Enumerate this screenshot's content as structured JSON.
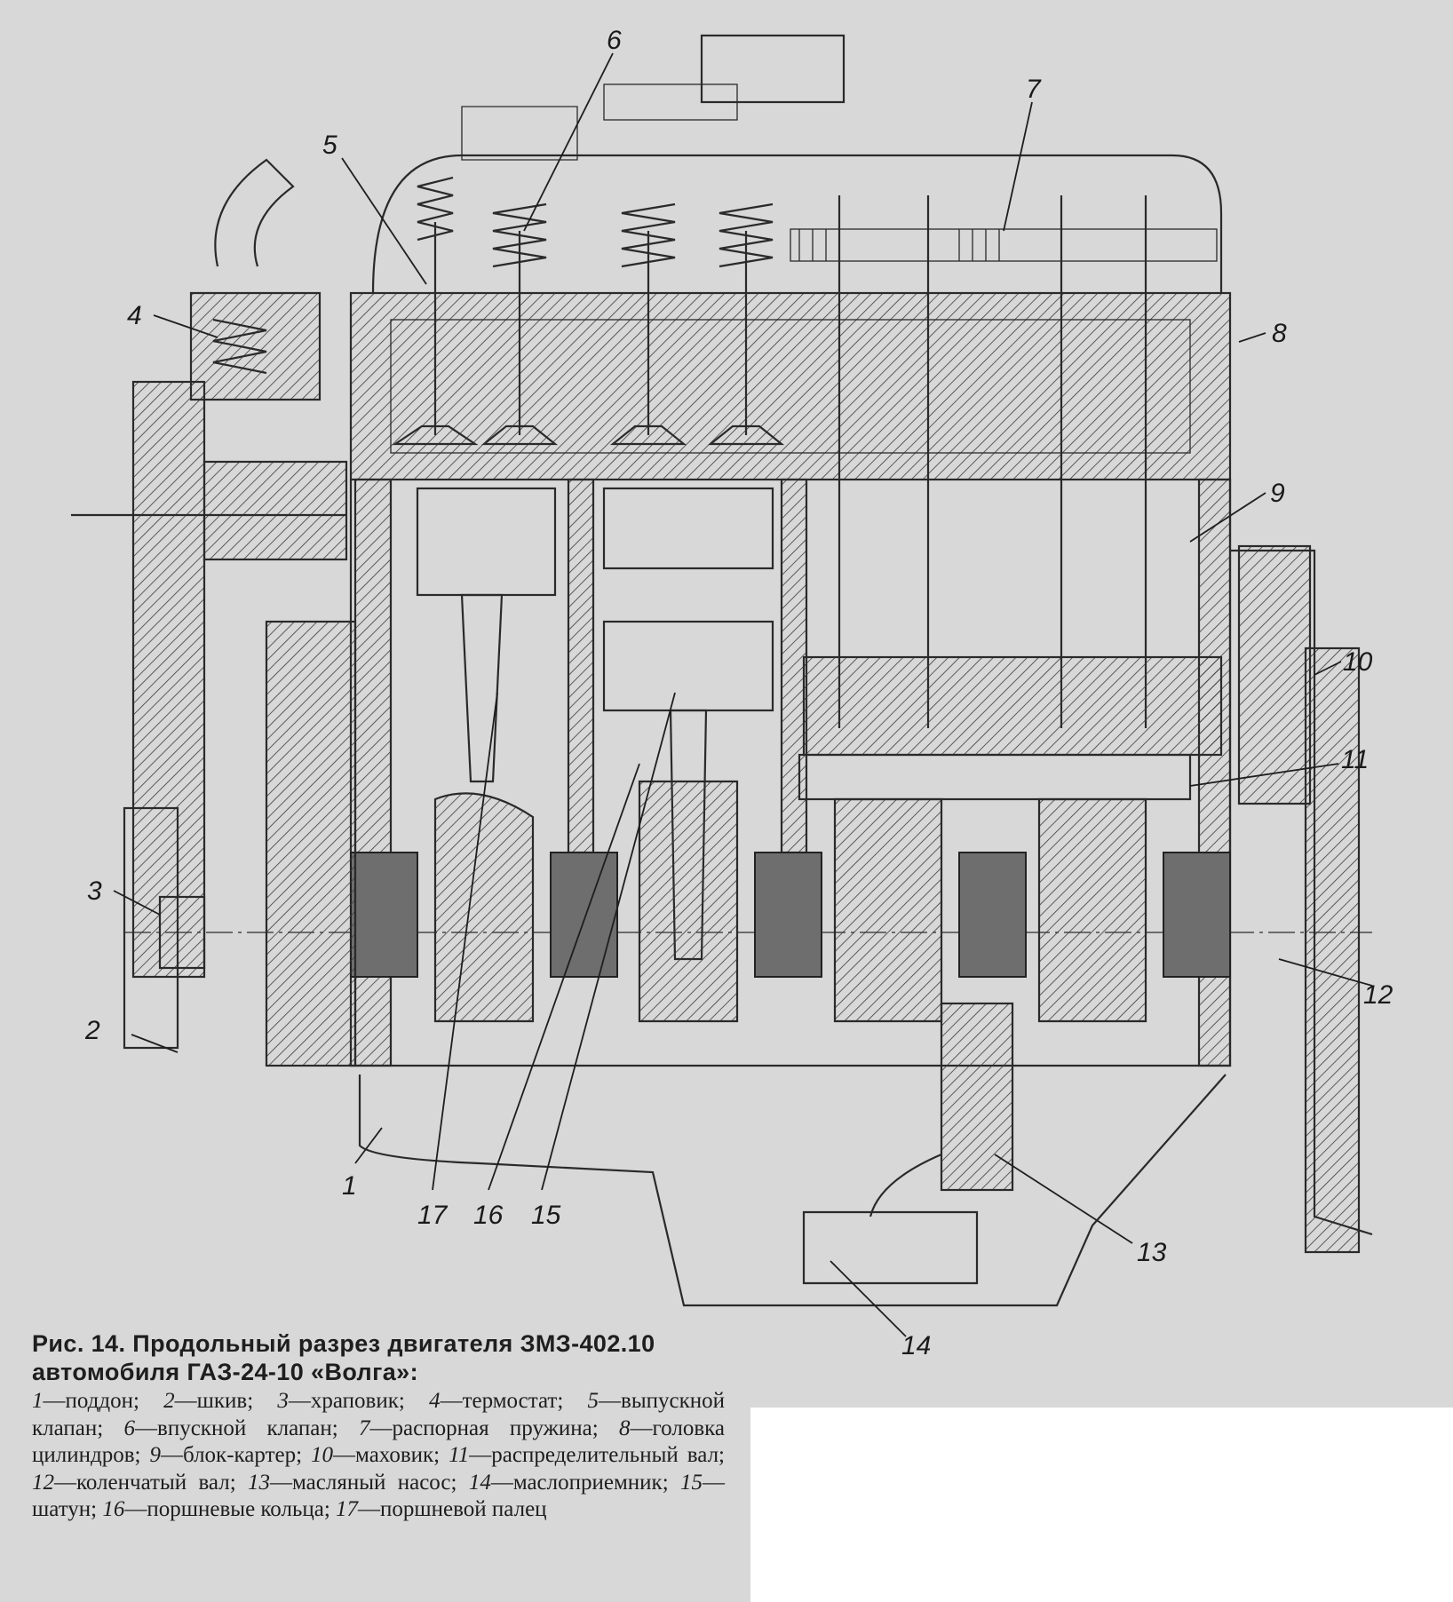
{
  "figure": {
    "caption_title_line1": "Рис. 14. Продольный разрез двигателя ЗМЗ-402.10",
    "caption_title_line2": "автомобиля ГАЗ-24-10 «Волга»:",
    "legend": [
      {
        "num": "1",
        "text": "—поддон; "
      },
      {
        "num": "2",
        "text": "—шкив; "
      },
      {
        "num": "3",
        "text": "—храповик; "
      },
      {
        "num": "4",
        "text": "—термостат; "
      },
      {
        "num": "5",
        "text": "—выпускной клапан; "
      },
      {
        "num": "6",
        "text": "—впускной клапан; "
      },
      {
        "num": "7",
        "text": "—распорная пружина; "
      },
      {
        "num": "8",
        "text": "—головка цилиндров; "
      },
      {
        "num": "9",
        "text": "—блок-картер; "
      },
      {
        "num": "10",
        "text": "—маховик; "
      },
      {
        "num": "11",
        "text": "—распределительный вал; "
      },
      {
        "num": "12",
        "text": "—коленчатый вал; "
      },
      {
        "num": "13",
        "text": "—масляный насос; "
      },
      {
        "num": "14",
        "text": "—маслоприемник; "
      },
      {
        "num": "15",
        "text": "—шатун; "
      },
      {
        "num": "16",
        "text": "—поршневые кольца; "
      },
      {
        "num": "17",
        "text": "—поршневой палец"
      }
    ]
  },
  "callouts": [
    "1",
    "2",
    "3",
    "4",
    "5",
    "6",
    "7",
    "8",
    "9",
    "10",
    "11",
    "12",
    "13",
    "14",
    "15",
    "16",
    "17"
  ],
  "colors": {
    "paper": "#d8d8d8",
    "ink": "#1e1e1e",
    "bearing": "#6e6e6e",
    "blank": "#ffffff"
  }
}
